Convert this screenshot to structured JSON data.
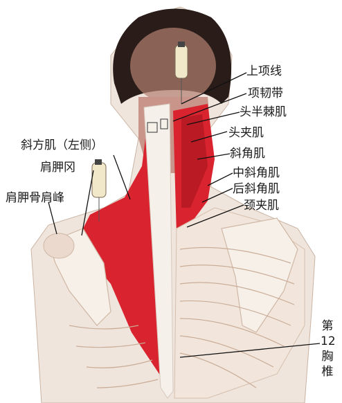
{
  "labels": {
    "superior_nuchal_line": "上项线",
    "nuchal_ligament": "项韧带",
    "semispinalis_capitis": "头半棘肌",
    "splenius_capitis": "头夹肌",
    "scalene": "斜角肌",
    "middle_scalene": "中斜角肌",
    "posterior_scalene": "后斜角肌",
    "splenius_cervicis": "颈夹肌",
    "trapezius_left": "斜方肌（左侧）",
    "scapular_notch": "肩胛冈",
    "acromion": "肩胛骨肩峰",
    "t12_char1": "第",
    "t12_char2": "12",
    "t12_char3": "胸",
    "t12_char4": "椎"
  },
  "colors": {
    "muscle_red": "#d9232e",
    "muscle_dark": "#a3141d",
    "skin": "#efe5dc",
    "bone": "#f4ece3",
    "hair": "#2a1d19"
  }
}
